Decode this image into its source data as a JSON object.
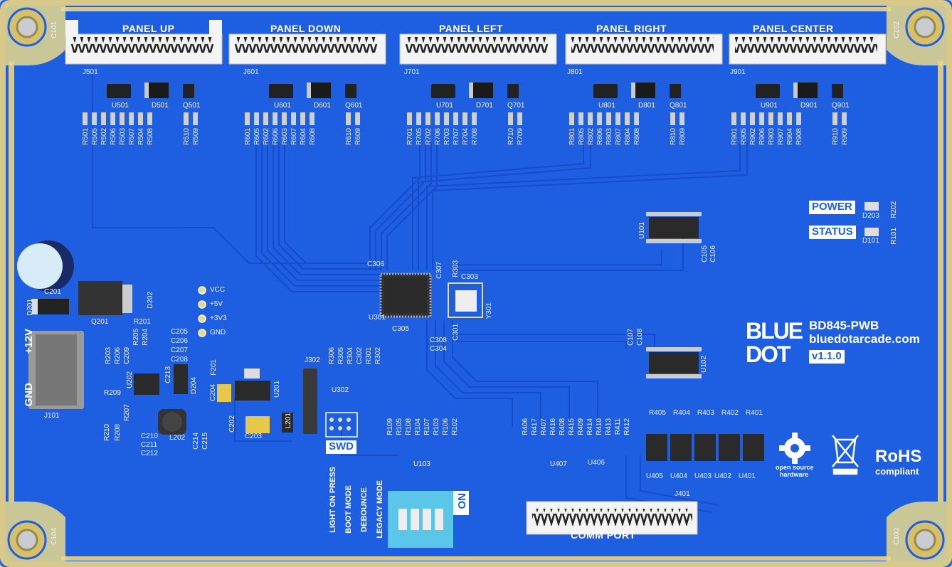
{
  "board": {
    "name": "BD845-PWB",
    "url": "bluedotarcade.com",
    "version": "v1.1.0",
    "logo_top": "BLUE",
    "logo_bottom": "DOT",
    "colors": {
      "mask": "#1e5ee0",
      "trace": "#1748c4",
      "silk": "#ffffff",
      "gold": "#d8c98a",
      "bg": "#c9cdd3"
    }
  },
  "connectors": {
    "panel_up": {
      "title": "PANEL UP",
      "ref": "J501"
    },
    "panel_down": {
      "title": "PANEL DOWN",
      "ref": "J601"
    },
    "panel_left": {
      "title": "PANEL LEFT",
      "ref": "J701"
    },
    "panel_right": {
      "title": "PANEL RIGHT",
      "ref": "J801"
    },
    "panel_center": {
      "title": "PANEL CENTER",
      "ref": "J901"
    },
    "comm_port": {
      "title": "COMM PORT",
      "ref": "J401"
    },
    "power_in": {
      "ref": "J101",
      "pin1": "+12V",
      "pin2": "GND"
    },
    "swd": {
      "title": "SWD",
      "ref": "J302"
    }
  },
  "mounting_holes": [
    "C101",
    "C102",
    "C104",
    "C103"
  ],
  "panel_groups": [
    {
      "u": "U501",
      "d": "D501",
      "q": "Q501",
      "r": [
        "R501",
        "R505",
        "R502",
        "R506",
        "R503",
        "R507",
        "R504",
        "R508"
      ],
      "r2": [
        "R510",
        "R509"
      ]
    },
    {
      "u": "U601",
      "d": "D601",
      "q": "Q601",
      "r": [
        "R601",
        "R605",
        "R602",
        "R606",
        "R603",
        "R607",
        "R604",
        "R608"
      ],
      "r2": [
        "R610",
        "R609"
      ]
    },
    {
      "u": "U701",
      "d": "D701",
      "q": "Q701",
      "r": [
        "R701",
        "R705",
        "R702",
        "R706",
        "R703",
        "R707",
        "R704",
        "R708"
      ],
      "r2": [
        "R710",
        "R709"
      ]
    },
    {
      "u": "U801",
      "d": "D801",
      "q": "Q801",
      "r": [
        "R801",
        "R805",
        "R802",
        "R806",
        "R803",
        "R807",
        "R804",
        "R808"
      ],
      "r2": [
        "R810",
        "R809"
      ]
    },
    {
      "u": "U901",
      "d": "D901",
      "q": "Q901",
      "r": [
        "R901",
        "R905",
        "R902",
        "R906",
        "R903",
        "R907",
        "R904",
        "R908"
      ],
      "r2": [
        "R910",
        "R909"
      ]
    }
  ],
  "indicators": {
    "power": {
      "label": "POWER",
      "d": "D203",
      "r": "R202"
    },
    "status": {
      "label": "STATUS",
      "d": "D101",
      "r": "R101"
    }
  },
  "mcu": {
    "ref": "U301",
    "xtal": "Y301",
    "caps": [
      "C306",
      "C307",
      "R303",
      "C303",
      "C305",
      "C301",
      "C308",
      "C304"
    ]
  },
  "ic_u101": {
    "ref": "U101",
    "caps": [
      "C105",
      "C106"
    ]
  },
  "ic_u102": {
    "ref": "U102",
    "caps": [
      "C107",
      "C108"
    ]
  },
  "test_points": [
    "VCC",
    "+5V",
    "+3V3",
    "GND"
  ],
  "power_section": {
    "labels": [
      "C201",
      "D201",
      "Q201",
      "R201",
      "D202",
      "R203",
      "R206",
      "C209",
      "R205",
      "R204",
      "U202",
      "C213",
      "D204",
      "R209",
      "R207",
      "R210",
      "R208",
      "C210",
      "C211",
      "C212",
      "L202",
      "C214",
      "C215",
      "C204",
      "F201",
      "U201",
      "C202",
      "C203",
      "L201"
    ],
    "caps": [
      "C205",
      "C206",
      "C207",
      "C208"
    ]
  },
  "swd_section": {
    "resistors": [
      "R306",
      "R305",
      "R304",
      "C302",
      "R301",
      "R302"
    ],
    "ic": "U302"
  },
  "switch_section": {
    "resistors": [
      "R109",
      "R105",
      "R108",
      "R104",
      "R107",
      "R103",
      "R106",
      "R102"
    ],
    "ic": "U103",
    "labels": [
      "LIGHT ON PRESS",
      "BOOT MODE",
      "DEBOUNCE",
      "LEGACY MODE"
    ],
    "on": "ON"
  },
  "comm_section": {
    "resistors": [
      "R406",
      "R417",
      "R407",
      "R416",
      "R408",
      "R415",
      "R409",
      "R414",
      "R410",
      "R413",
      "R411",
      "R412"
    ],
    "ics": [
      "U407",
      "U406"
    ],
    "drivers_top": [
      "R405",
      "R404",
      "R403",
      "R402",
      "R401"
    ],
    "drivers_bottom": [
      "U405",
      "U404",
      "U403",
      "U402",
      "U401"
    ]
  },
  "logos": {
    "oshw_line1": "open source",
    "oshw_line2": "hardware",
    "rohs_title": "RoHS",
    "rohs_sub": "compliant"
  }
}
